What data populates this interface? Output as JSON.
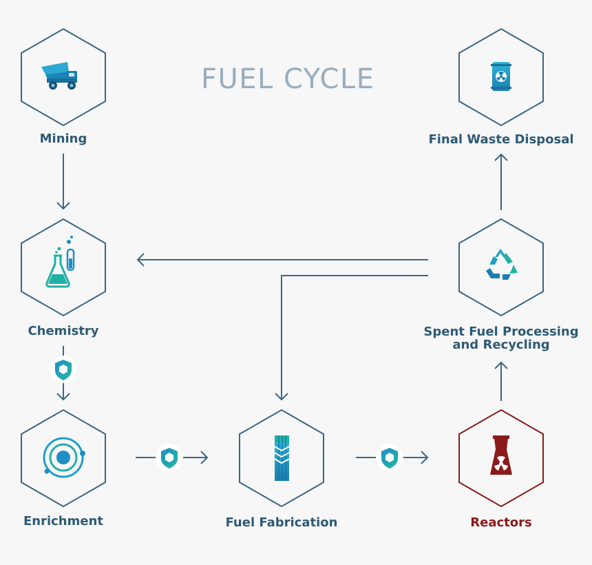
{
  "title": "FUEL CYCLE",
  "steps": {
    "mining": {
      "label": "Mining",
      "icon": "mining-truck-icon"
    },
    "chemistry": {
      "label": "Chemistry",
      "icon": "flask-icon"
    },
    "enrichment": {
      "label": "Enrichment",
      "icon": "atom-icon"
    },
    "fabrication": {
      "label": "Fuel Fabrication",
      "icon": "fuel-assembly-icon"
    },
    "reactors": {
      "label": "Reactors",
      "icon": "reactor-icon"
    },
    "processing": {
      "label_line1": "Spent Fuel Processing",
      "label_line2": "and Recycling",
      "icon": "recycle-icon"
    },
    "disposal": {
      "label": "Final Waste Disposal",
      "icon": "waste-barrel-icon"
    }
  },
  "colors": {
    "outline": "#3a6682",
    "label": "#2e5a74",
    "title": "#98adbd",
    "icon_blue": "#1fa0c4",
    "icon_teal": "#21b0a6",
    "alert": "#8b1a1a",
    "background": "#f7f7f8"
  }
}
